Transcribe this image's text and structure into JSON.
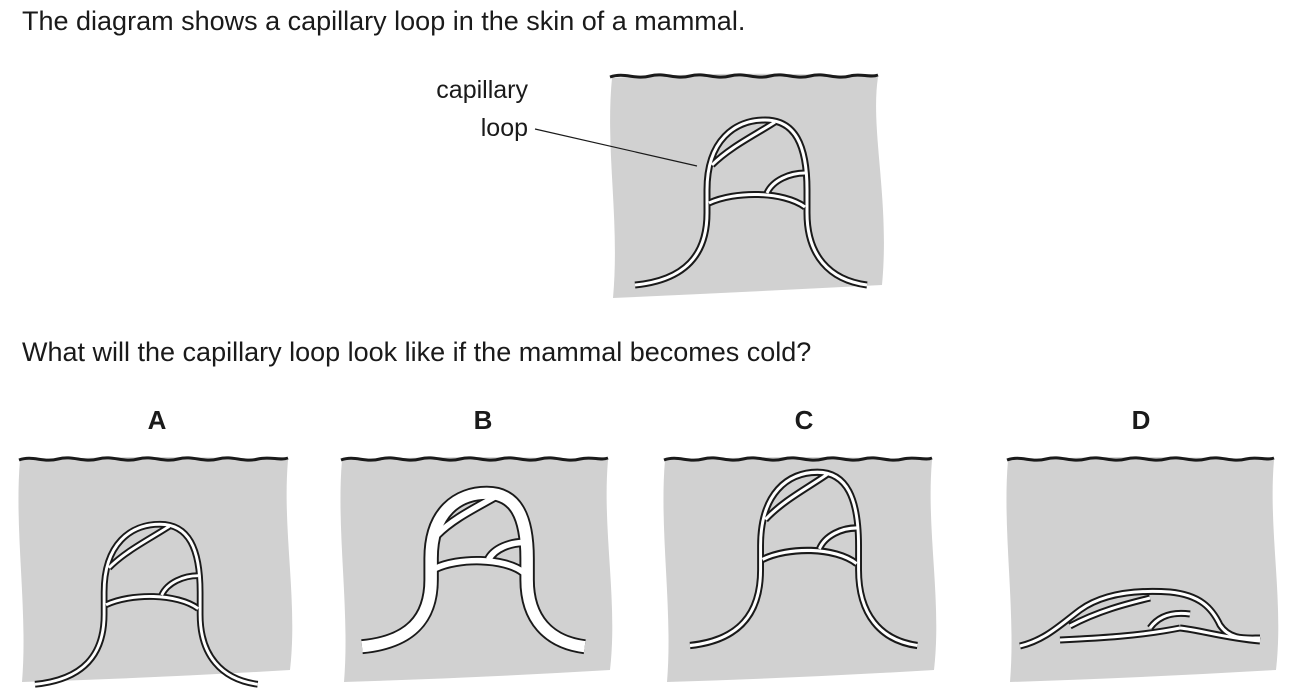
{
  "question": {
    "intro": "The diagram shows a capillary loop in the skin of a mammal.",
    "prompt": "What will the capillary loop look like if the mammal becomes cold?"
  },
  "main_diagram": {
    "label_line1": "capillary",
    "label_line2": "loop"
  },
  "options": [
    {
      "letter": "A"
    },
    {
      "letter": "B"
    },
    {
      "letter": "C"
    },
    {
      "letter": "D"
    }
  ]
}
